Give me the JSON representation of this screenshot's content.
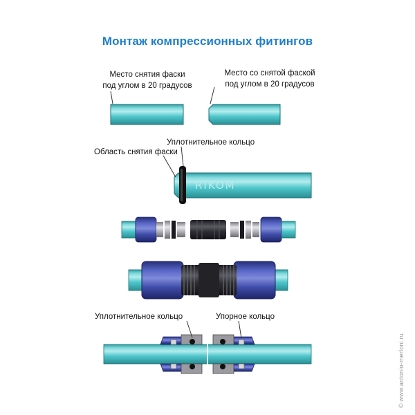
{
  "title": "Монтаж компрессионных фитингов",
  "labels": {
    "chamfer_place": [
      "Место снятия фаски",
      "под углом в 20 градусов"
    ],
    "chamfered_place": [
      "Место со снятой фаской",
      "под углом в 20 градусов"
    ],
    "sealing_ring_top": "Уплотнительное кольцо",
    "chamfer_area": "Область снятия фаски",
    "sealing_ring_bottom": "Уплотнительное кольцо",
    "thrust_ring": "Упорное кольцо"
  },
  "pipe_brand": "RIKOM",
  "watermark": "© www.antonio-merloni.ru",
  "colors": {
    "title": "#1f7fc9",
    "pipe": "#4ec7cc",
    "pipe_light": "#b4ecee",
    "pipe_dark": "#2f9ea3",
    "nut": "#3e4ba8",
    "nut_dark": "#262f7a",
    "body": "#2d2d33"
  }
}
